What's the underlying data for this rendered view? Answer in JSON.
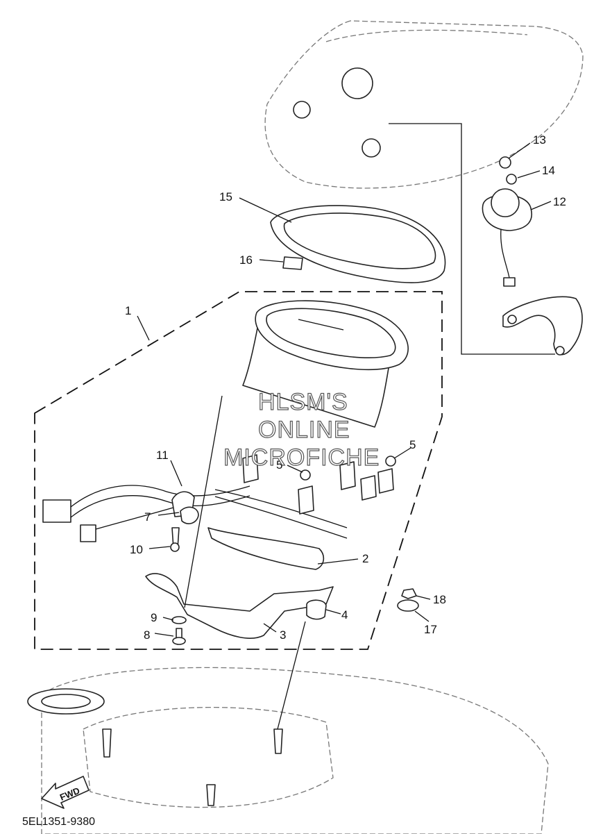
{
  "diagram": {
    "code": "5EL1351-9380",
    "watermark": [
      "HLSM'S",
      "ONLINE",
      "MICROFICHE"
    ],
    "direction_label": "FWD",
    "callouts": {
      "c1": "1",
      "c2": "2",
      "c3": "3",
      "c4": "4",
      "c5a": "5",
      "c5b": "5",
      "c7": "7",
      "c8": "8",
      "c9": "9",
      "c10": "10",
      "c11": "11",
      "c12": "12",
      "c13": "13",
      "c14": "14",
      "c15": "15",
      "c16": "16",
      "c17": "17",
      "c18": "18"
    }
  }
}
